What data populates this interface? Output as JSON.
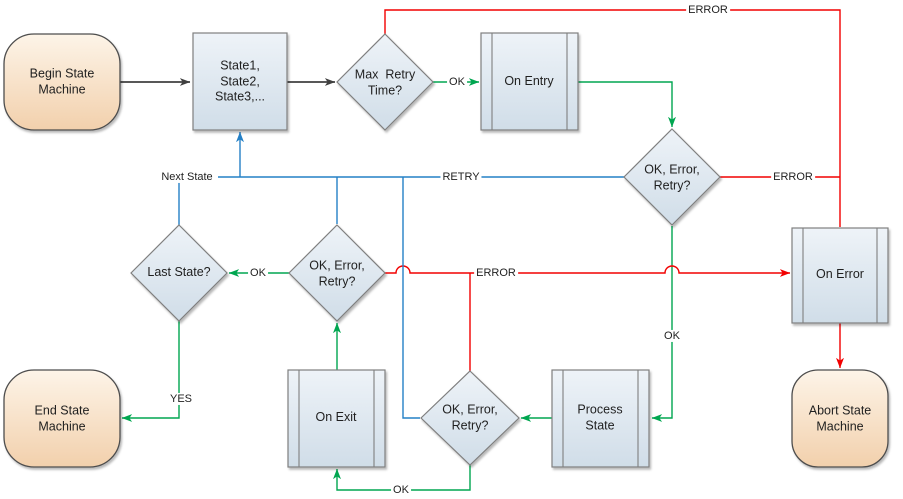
{
  "nodes": {
    "begin": {
      "label": "Begin State\nMachine"
    },
    "states": {
      "label": "State1,\nState2,\nState3,..."
    },
    "max_retry": {
      "label": "Max  Retry\nTime?"
    },
    "on_entry": {
      "label": "On Entry"
    },
    "decision_top": {
      "label": "OK, Error,\nRetry?"
    },
    "on_error": {
      "label": "On Error"
    },
    "abort": {
      "label": "Abort State\nMachine"
    },
    "process_state": {
      "label": "Process\nState"
    },
    "decision_bottom": {
      "label": "OK, Error,\nRetry?"
    },
    "on_exit": {
      "label": "On Exit"
    },
    "decision_mid": {
      "label": "OK, Error,\nRetry?"
    },
    "last_state": {
      "label": "Last State?"
    },
    "end": {
      "label": "End State\nMachine"
    }
  },
  "edge_labels": {
    "ok_max_retry": "OK",
    "error_top": "ERROR",
    "retry": "RETRY",
    "next_state": "Next State",
    "error_right": "ERROR",
    "error_mid": "ERROR",
    "ok_last": "OK",
    "ok_process": "OK",
    "yes": "YES",
    "ok_exit": "OK"
  },
  "colors": {
    "ok_green": "#00A650",
    "error_red": "#F20000",
    "retry_blue": "#2480C6",
    "flow_dark": "#404040",
    "terminator_fill_top": "#FDF4E8",
    "terminator_fill_bottom": "#F2D0AC",
    "terminator_border": "#4D4D4D",
    "node_fill_top": "#EEF3F8",
    "node_fill_bottom": "#D0DDE8",
    "node_border": "#7F7F7F"
  }
}
